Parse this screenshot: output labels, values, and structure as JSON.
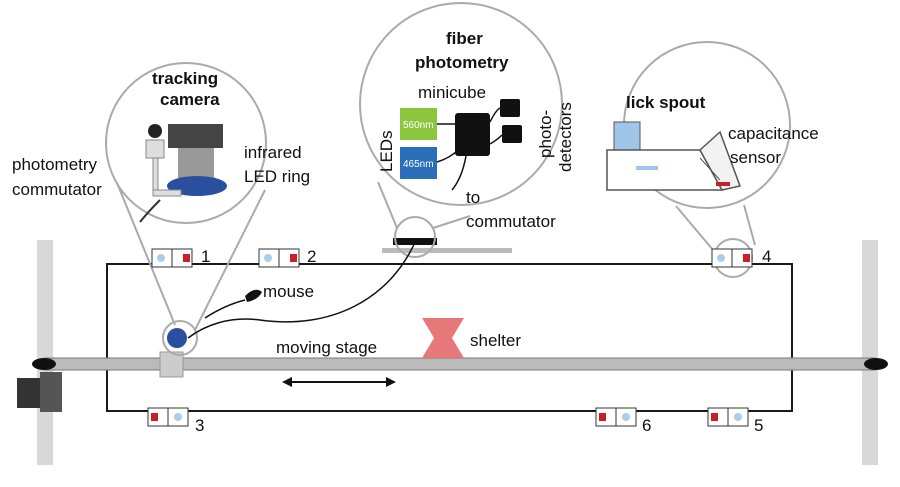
{
  "colors": {
    "outline": "#1a1a1a",
    "callout": "#aaaaaa",
    "rail": "#bbbbbb",
    "post": "#d8d8d8",
    "shelter": "#e6787a",
    "led_green": "#8cc63f",
    "led_blue": "#2b6fb8",
    "led_red": "#c8202a",
    "sensor_blue": "#a9cdea",
    "camera_blue": "#2a4f9e",
    "spout_water": "#9fc6e8"
  },
  "labels": {
    "tracking_title_1": "tracking",
    "tracking_title_2": "camera",
    "photometry_commutator_1": "photometry",
    "photometry_commutator_2": "commutator",
    "infrared_1": "infrared",
    "infrared_2": "LED ring",
    "fiber_title_1": "fiber",
    "fiber_title_2": "photometry",
    "minicube": "minicube",
    "leds": "LEDs",
    "led_560": "560nm",
    "led_465": "465nm",
    "photodetectors_1": "photo-",
    "photodetectors_2": "detectors",
    "to_1": "to",
    "to_2": "commutator",
    "lick_title": "lick spout",
    "capacitance_1": "capacitance",
    "capacitance_2": "sensor",
    "mouse": "mouse",
    "shelter": "shelter",
    "moving_stage": "moving stage"
  },
  "ports": [
    "1",
    "2",
    "3",
    "4",
    "5",
    "6"
  ]
}
